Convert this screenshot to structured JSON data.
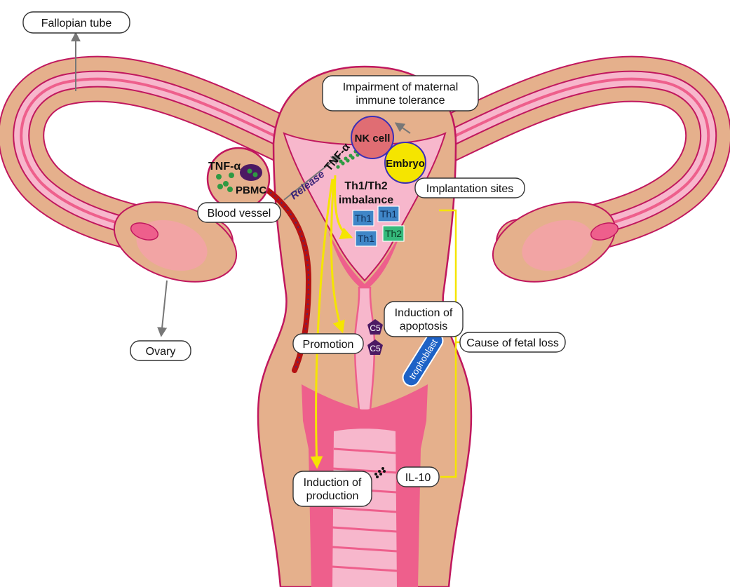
{
  "colors": {
    "tissue": "#e5b08c",
    "tissue_stroke": "#c0175e",
    "lining": "#f7b7cc",
    "lining_dark": "#ee5f8c",
    "ovary": "#f2a4a4",
    "nk_cell": "#e06d73",
    "embryo": "#f5e500",
    "th1": "#3f86c7",
    "th2": "#35b97b",
    "c5": "#4c1a63",
    "tnf_dots": "#2f9a43",
    "arrow_yellow": "#f5e500",
    "vessel": "#b51212"
  },
  "labels": {
    "fallopian_tube": "Fallopian tube",
    "impairment": [
      "Impairment of maternal",
      "immune tolerance"
    ],
    "blood_vessel": "Blood vessel",
    "implantation_sites": "Implantation sites",
    "ovary": "Ovary",
    "induction_apoptosis": [
      "Induction of",
      "apoptosis"
    ],
    "promotion": "Promotion",
    "cause_fetal_loss": "Cause of fetal loss",
    "il10": "IL-10",
    "induction_production": [
      "Induction of",
      "production"
    ]
  },
  "cells": {
    "tnf_a_blood": "TNF-α",
    "pbmc": "PBMC",
    "tnf_a_uterus": "TNF-α",
    "nk_cell": "NK cell",
    "embryo": "Embryo",
    "release": "Release",
    "th_imbalance": [
      "Th1/Th2",
      "imbalance"
    ],
    "th_cells": [
      "Th1",
      "Th1",
      "Th1",
      "Th2"
    ],
    "c5": [
      "C5",
      "C5"
    ],
    "trophoblast": "trophoblast"
  }
}
